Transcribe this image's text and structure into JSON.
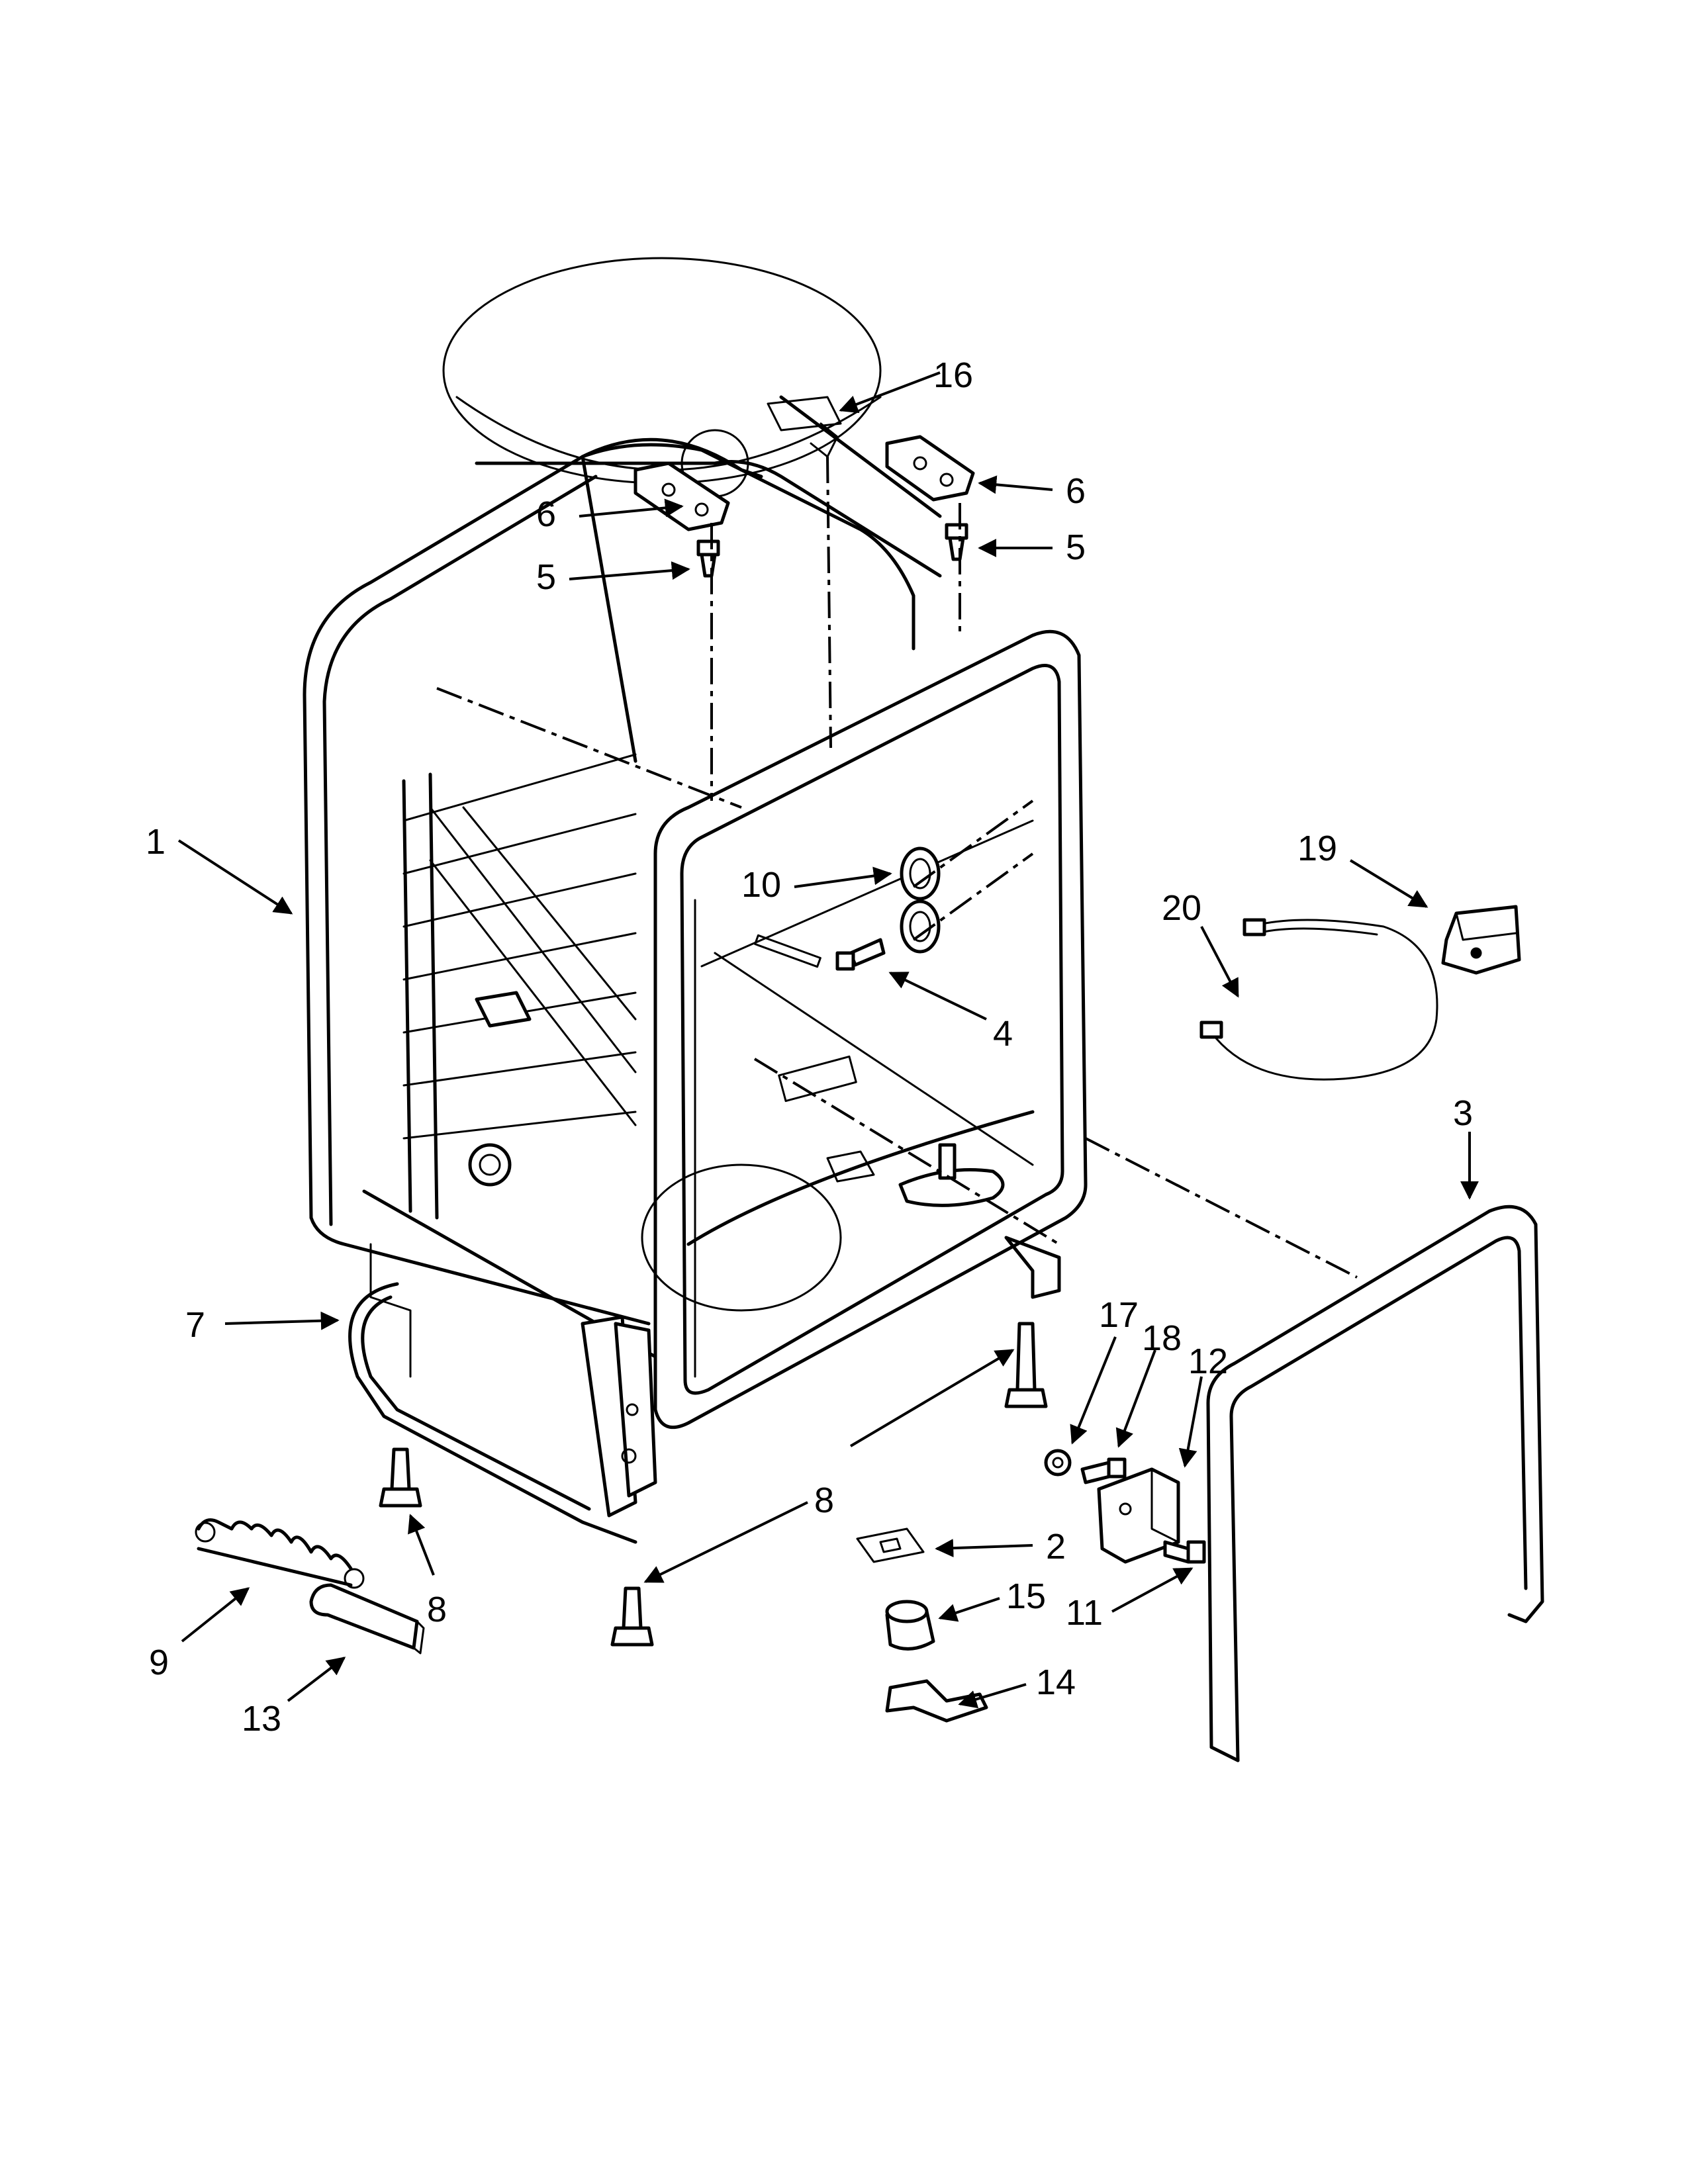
{
  "callouts": {
    "c1": "1",
    "c2": "2",
    "c3": "3",
    "c4": "4",
    "c5a": "5",
    "c5b": "5",
    "c6a": "6",
    "c6b": "6",
    "c7": "7",
    "c8a": "8",
    "c8b": "8",
    "c9": "9",
    "c10": "10",
    "c11": "11",
    "c12": "12",
    "c13": "13",
    "c14": "14",
    "c15": "15",
    "c16": "16",
    "c17": "17",
    "c18": "18",
    "c19": "19",
    "c20": "20"
  },
  "colors": {
    "line": "#000000",
    "background": "#ffffff"
  }
}
